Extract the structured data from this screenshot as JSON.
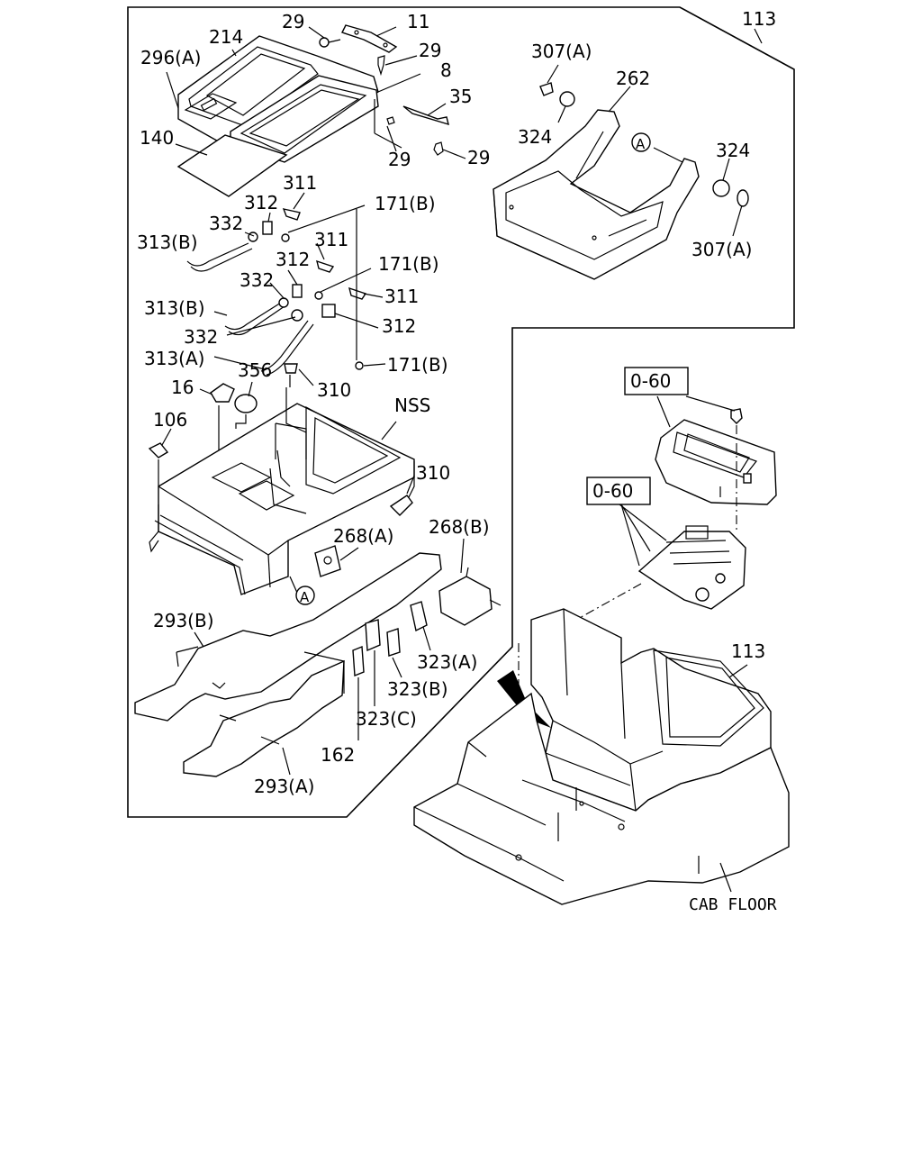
{
  "labels": {
    "l29a": "29",
    "l11": "11",
    "l214": "214",
    "l296a": "296(A)",
    "l29b": "29",
    "l8": "8",
    "l35": "35",
    "l140": "140",
    "l29c": "29",
    "l29d": "29",
    "l311a": "311",
    "l312a": "312",
    "l171ba": "171(B)",
    "l332a": "332",
    "l313ba": "313(B)",
    "l311b": "311",
    "l312b": "312",
    "l171bb": "171(B)",
    "l332b": "332",
    "l311c": "311",
    "l313bb": "313(B)",
    "l312c": "312",
    "l332c": "332",
    "l313a": "313(A)",
    "l171bc": "171(B)",
    "l356": "356",
    "l16": "16",
    "l310a": "310",
    "l106": "106",
    "lnss": "NSS",
    "l310b": "310",
    "l268a": "268(A)",
    "l268b": "268(B)",
    "l293b": "293(B)",
    "l323a": "323(A)",
    "l323b": "323(B)",
    "l323c": "323(C)",
    "l162": "162",
    "l293a": "293(A)",
    "l113a": "113",
    "l307aa": "307(A)",
    "l262": "262",
    "l324a": "324",
    "l324b": "324",
    "l307ab": "307(A)",
    "lA2": "A",
    "lA1": "A",
    "l060a": "0-60",
    "l060b": "0-60",
    "l113b": "113",
    "lcab": "CAB FLOOR"
  }
}
